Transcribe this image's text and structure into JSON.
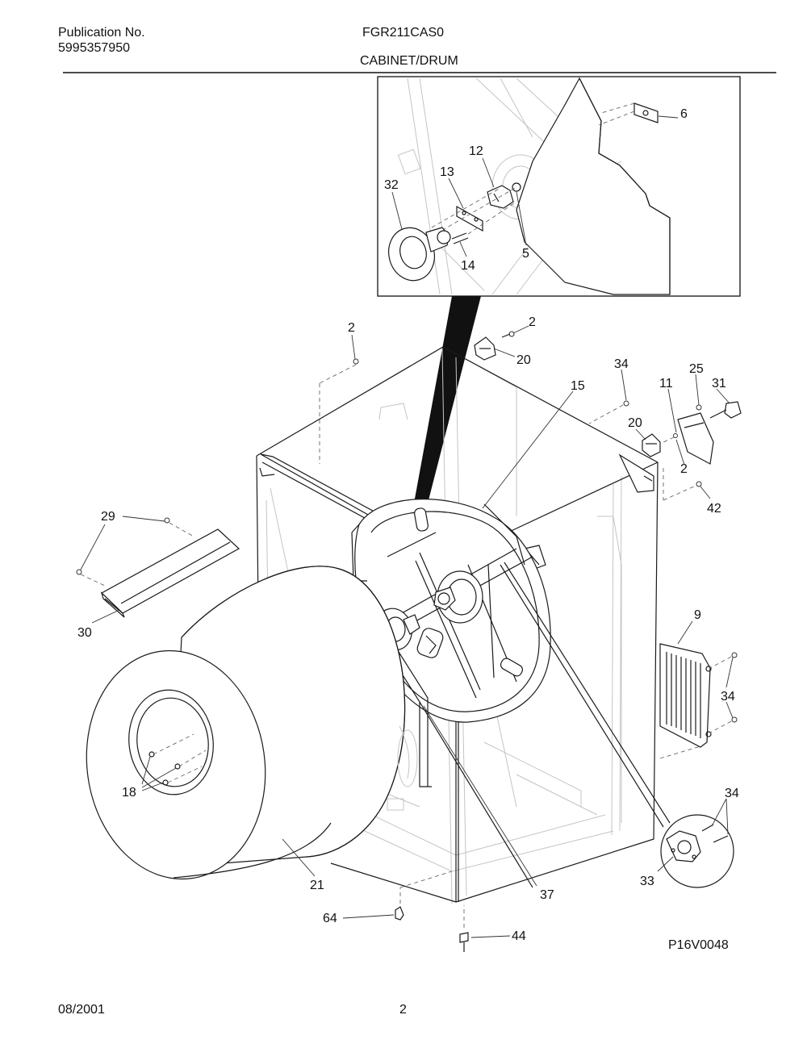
{
  "header": {
    "publication_label": "Publication No.",
    "publication_number": "5995357950",
    "model": "FGR211CAS0",
    "section": "CABINET/DRUM"
  },
  "diagram_code": "P16V0048",
  "footer": {
    "date": "08/2001",
    "page": "2"
  },
  "callouts": {
    "c6": "6",
    "c12": "12",
    "c13": "13",
    "c32": "32",
    "c14": "14",
    "c5": "5",
    "c2a": "2",
    "c2b": "2",
    "c20a": "20",
    "c34a": "34",
    "c15": "15",
    "c11": "11",
    "c25": "25",
    "c31": "31",
    "c20b": "20",
    "c2c": "2",
    "c42": "42",
    "c29": "29",
    "c30": "30",
    "c9": "9",
    "c34b": "34",
    "c18": "18",
    "c21": "21",
    "c34c": "34",
    "c33": "33",
    "c37": "37",
    "c64": "64",
    "c44": "44"
  }
}
